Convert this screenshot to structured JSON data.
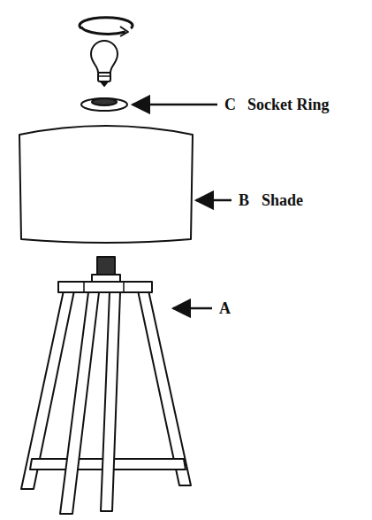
{
  "diagram": {
    "labels": [
      "C",
      "Socket Ring",
      "B",
      "Shade",
      "A"
    ]
  }
}
